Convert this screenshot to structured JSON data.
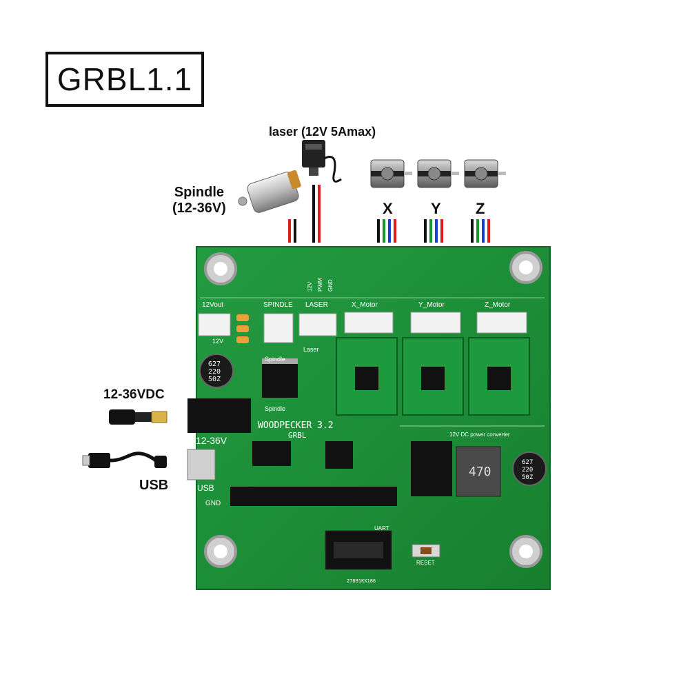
{
  "title": "GRBL1.1",
  "callouts": {
    "laser": "laser (12V 5Amax)",
    "spindle_line1": "Spindle",
    "spindle_line2": "(12-36V)",
    "x": "X",
    "y": "Y",
    "z": "Z",
    "power": "12-36VDC",
    "usb": "USB"
  },
  "board": {
    "conn_12vout": "12Vout",
    "conn_spindle": "SPINDLE",
    "conn_laser": "LASER",
    "conn_x": "X_Motor",
    "conn_y": "Y_Motor",
    "conn_z": "Z_Motor",
    "laser_pin1": "12V",
    "laser_pin2": "PWM",
    "laser_pin3": "GND",
    "label_12v": "12V",
    "label_spindle": "Spindle",
    "label_laser": "Laser",
    "label_spindle2": "Spindle",
    "board_name": "WOODPECKER 3.2",
    "board_sub": "GRBL",
    "label_1236v": "12-36V",
    "label_usb": "USB",
    "label_gnd": "GND",
    "label_uart": "UART",
    "label_reset": "RESET",
    "label_converter": "12V DC power converter",
    "cap_line1": "627",
    "cap_line2": "220",
    "cap_line3": "50Z",
    "inductor": "470",
    "serial": "27891KX186"
  },
  "colors": {
    "pcb": "#1f8b3a",
    "pcb_dark": "#0f6a26",
    "silk": "#ffffff",
    "wire_red": "#e01b1b",
    "wire_black": "#111111",
    "wire_green": "#129a2b",
    "wire_blue": "#1a3fd6"
  }
}
